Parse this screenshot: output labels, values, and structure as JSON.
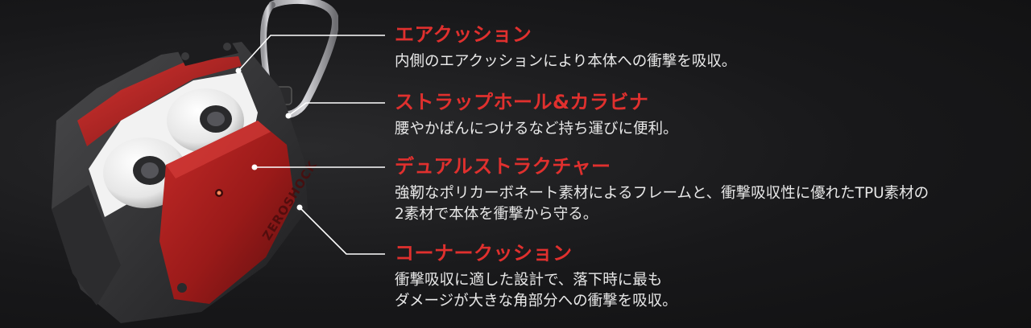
{
  "product": {
    "brand_mark": "ZEROSHOCK"
  },
  "features": [
    {
      "title": "エアクッション",
      "desc_lines": [
        "内側のエアクッションにより本体への衝撃を吸収。"
      ]
    },
    {
      "title": "ストラップホール&カラビナ",
      "desc_lines": [
        "腰やかばんにつけるなど持ち運びに便利。"
      ]
    },
    {
      "title": "デュアルストラクチャー",
      "desc_lines": [
        "強靭なポリカーボネート素材によるフレームと、衝撃吸収性に優れたTPU素材の",
        "2素材で本体を衝撃から守る。"
      ]
    },
    {
      "title": "コーナークッション",
      "desc_lines": [
        "衝撃吸収に適した設計で、落下時に最も",
        "ダメージが大きな角部分への衝撃を吸収。"
      ]
    }
  ],
  "colors": {
    "accent": "#e0302e",
    "text": "#e8e8e8",
    "background": "#1a1a1b"
  }
}
